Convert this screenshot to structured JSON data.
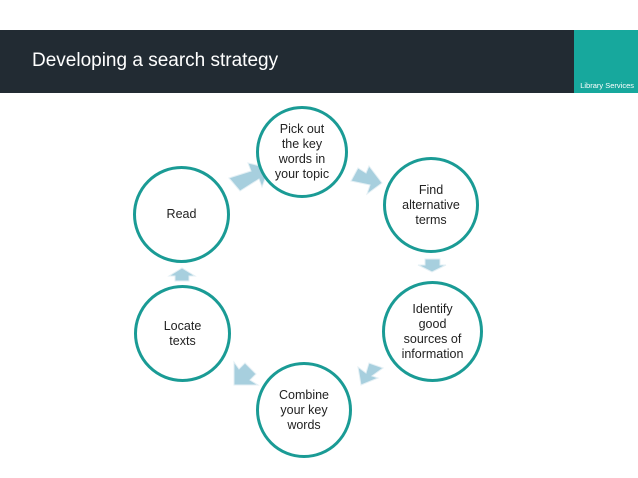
{
  "header": {
    "title": "Developing a search strategy",
    "brand": "Library Services"
  },
  "colors": {
    "header_bg": "#222b33",
    "brand_bg": "#17a89d",
    "circle_border": "#1a9b95",
    "arrow_fill": "#a7cfde"
  },
  "cycle": {
    "steps": [
      {
        "label": "Pick out\nthe key\nwords in\nyour topic"
      },
      {
        "label": "Find\nalternative\nterms"
      },
      {
        "label": "Identify\ngood\nsources of\ninformation"
      },
      {
        "label": "Combine\nyour key\nwords"
      },
      {
        "label": "Locate\ntexts"
      },
      {
        "label": "Read"
      }
    ]
  }
}
